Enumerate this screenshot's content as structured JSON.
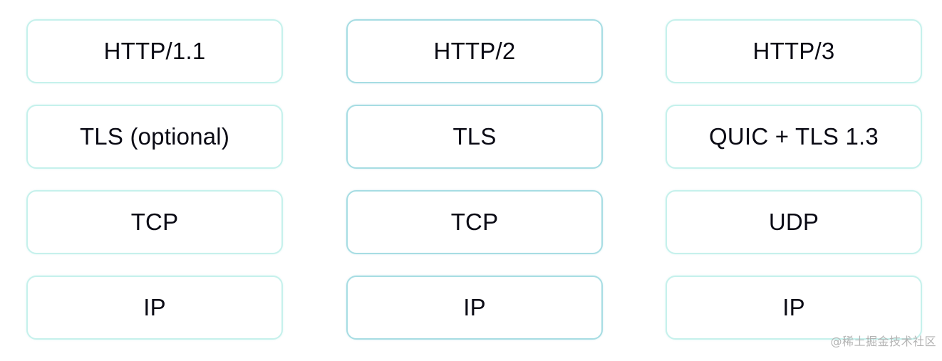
{
  "diagram": {
    "type": "protocol-stack-comparison",
    "columns": [
      {
        "name": "HTTP/1.1",
        "border_color": "#c6f1ec",
        "layers": [
          "HTTP/1.1",
          "TLS (optional)",
          "TCP",
          "IP"
        ]
      },
      {
        "name": "HTTP/2",
        "border_color": "#a7dde3",
        "layers": [
          "HTTP/2",
          "TLS",
          "TCP",
          "IP"
        ]
      },
      {
        "name": "HTTP/3",
        "border_color": "#c6f1ec",
        "layers": [
          "HTTP/3",
          "QUIC + TLS 1.3",
          "UDP",
          "IP"
        ]
      }
    ]
  },
  "watermark": "@稀土掘金技术社区"
}
